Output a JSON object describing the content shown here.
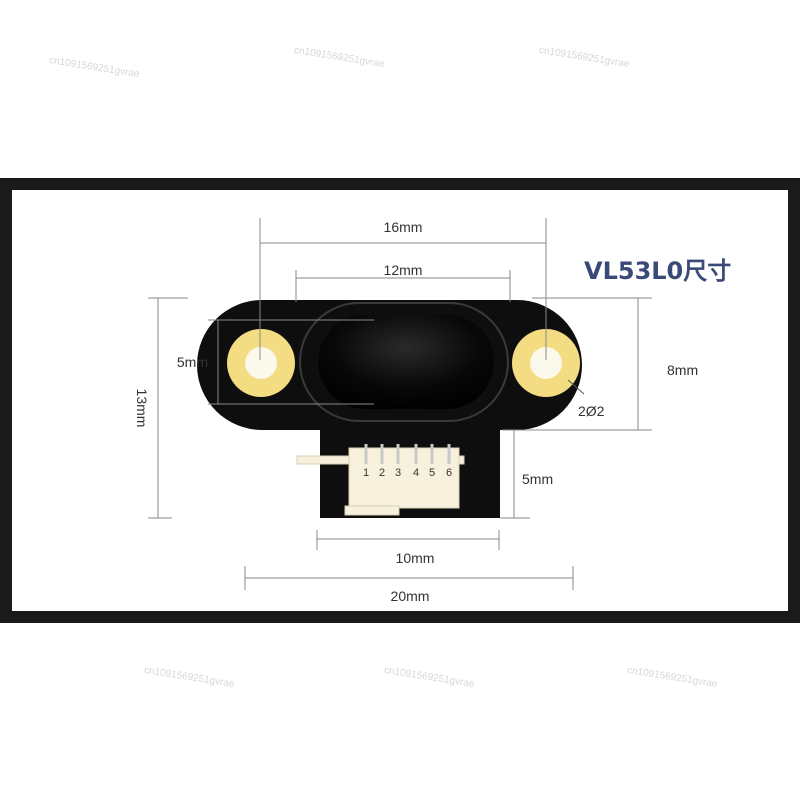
{
  "title": "VL53L0尺寸",
  "colors": {
    "title": "#3a4a78",
    "board": "#0e0e0e",
    "pad_ring": "#f3dc82",
    "pad_hole": "#fbf8ec",
    "lens": "#000000",
    "connector": "#f6f0dc",
    "dimension_line": "#8a8a8a",
    "frame": "#1a1a1a"
  },
  "dimensions": {
    "top_width": "16mm",
    "lens_width": "12mm",
    "pad_height": "5mm",
    "total_height": "13mm",
    "right_height": "8mm",
    "hole_diameter": "2Ø2",
    "tab_height": "5mm",
    "connector_width": "10mm",
    "total_width": "20mm"
  },
  "connector_pins": [
    "1",
    "2",
    "3",
    "4",
    "5",
    "6"
  ],
  "watermark": "cn1091569251gvrae"
}
